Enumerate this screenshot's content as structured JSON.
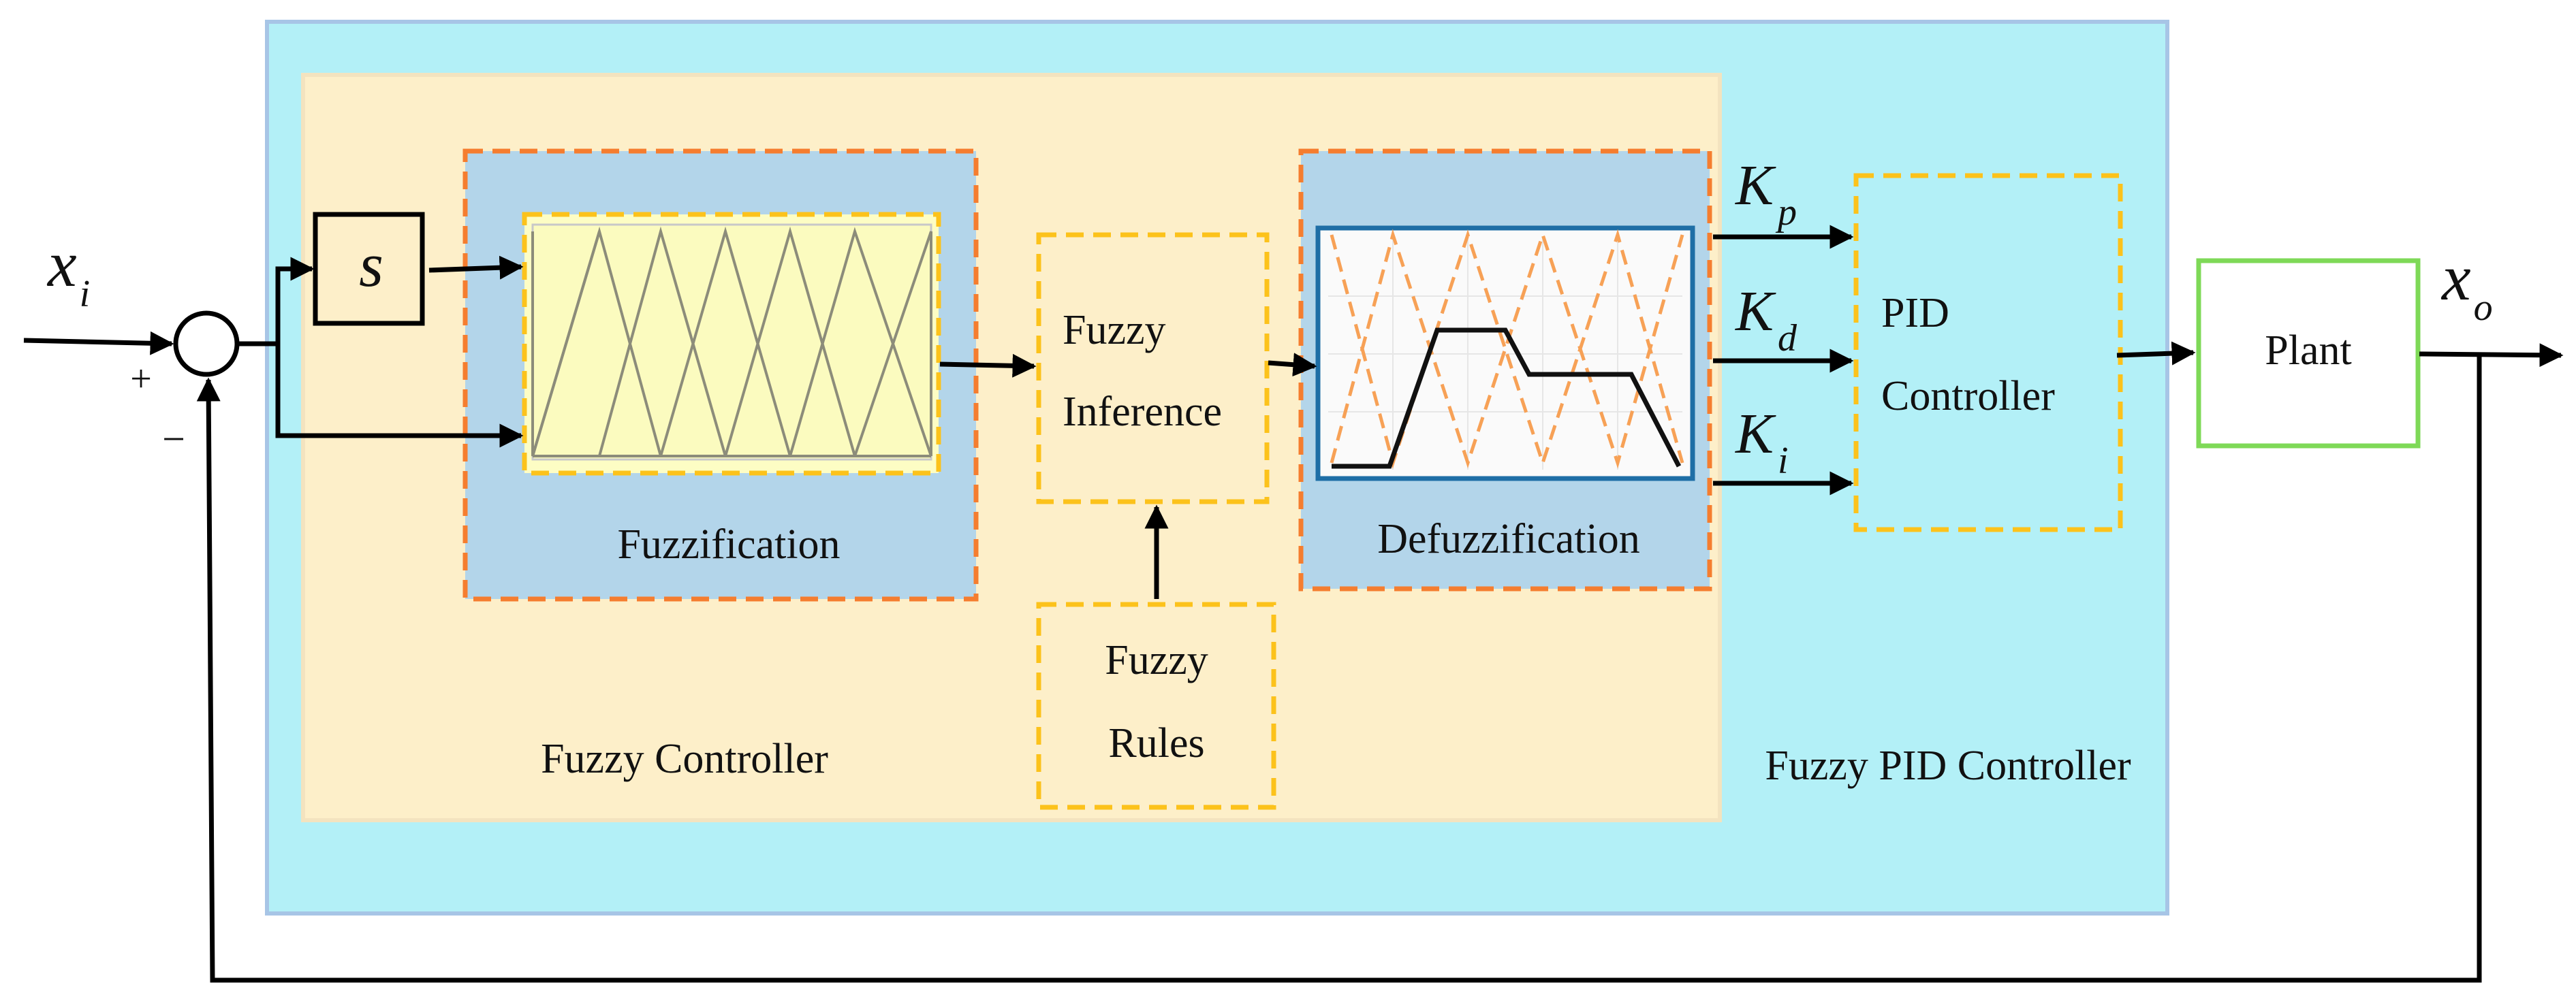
{
  "diagram": {
    "labels": {
      "fuzzy_pid_controller": "Fuzzy PID Controller",
      "fuzzy_controller": "Fuzzy Controller",
      "fuzzification": "Fuzzification",
      "defuzzification": "Defuzzification",
      "fuzzy_inference_line1": "Fuzzy",
      "fuzzy_inference_line2": "Inference",
      "fuzzy_rules_line1": "Fuzzy",
      "fuzzy_rules_line2": "Rules",
      "pid_line1": "PID",
      "pid_line2": "Controller",
      "plant": "Plant",
      "derivative_block": "s",
      "sum_plus": "+",
      "sum_minus": "−"
    },
    "signals": {
      "input_var": "x",
      "input_sub": "i",
      "output_var": "x",
      "output_sub": "o",
      "kp_var": "K",
      "kp_sub": "p",
      "kd_var": "K",
      "kd_sub": "d",
      "ki_var": "K",
      "ki_sub": "i"
    },
    "colors": {
      "outer_fill": "#b3f0f7",
      "outer_border": "#a7c5e6",
      "inner_fill": "#fdefc9",
      "inner_border": "#f3e3bf",
      "panel_fill": "#b3d5ea",
      "orange_dash": "#f57d2f",
      "yellow_dash": "#fcc21b",
      "plant_border": "#7ed957",
      "chart_fill": "#fdfdc4",
      "defuzz_border": "#1e6ea6",
      "line": "#000000"
    }
  }
}
